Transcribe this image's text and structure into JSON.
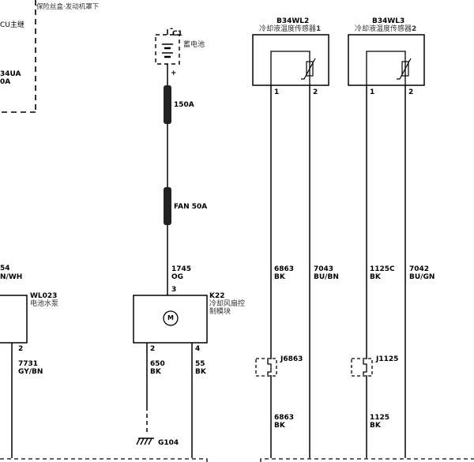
{
  "header_left": {
    "note": "保险丝盒·发动机罩下",
    "ecu_suffix": "CU主继",
    "relay_id": "34UA",
    "relay_value": "0A"
  },
  "left_wire": {
    "code": "54",
    "color": "N/WH"
  },
  "battery": {
    "id": "C1",
    "name": "蓄电池",
    "minus": "-",
    "plus": "+"
  },
  "fuse_main": {
    "rating": "150A"
  },
  "fuse_fan": {
    "rating": "FAN 50A"
  },
  "wire_1745": {
    "code": "1745",
    "color": "OG"
  },
  "fan_module": {
    "id": "K22",
    "name1": "冷却风扇控",
    "name2": "制模块",
    "pin_top": "3",
    "pin_left": "2",
    "pin_right": "4",
    "motor_symbol": "M"
  },
  "pump": {
    "id": "WL023",
    "name": "电池水泵",
    "pin": "2"
  },
  "wire_7731": {
    "code": "7731",
    "color": "GY/BN"
  },
  "wire_650": {
    "code": "650",
    "color": "BK"
  },
  "wire_55": {
    "code": "55",
    "color": "BK"
  },
  "ground": {
    "id": "G104"
  },
  "sensor1": {
    "id": "B34WL2",
    "name": "冷却液温度传感器",
    "num": "1",
    "pin1": "1",
    "pin2": "2"
  },
  "sensor2": {
    "id": "B34WL3",
    "name": "冷却液温度传感器",
    "num": "2",
    "pin1": "1",
    "pin2": "2"
  },
  "wire_6863": {
    "code": "6863",
    "color": "BK"
  },
  "wire_7043": {
    "code": "7043",
    "color": "BU/BN"
  },
  "wire_1125c": {
    "code": "1125C",
    "color": "BK"
  },
  "wire_7042": {
    "code": "7042",
    "color": "BU/GN"
  },
  "splice_j6863": {
    "id": "J6863"
  },
  "splice_j1125": {
    "id": "J1125"
  },
  "wire_6863_low": {
    "code": "6863",
    "color": "BK"
  },
  "wire_1125_low": {
    "code": "1125",
    "color": "BK"
  }
}
